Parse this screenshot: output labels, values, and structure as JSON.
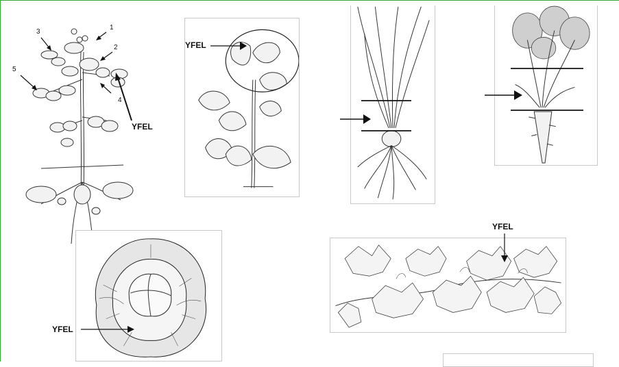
{
  "figure": {
    "label_yfel": "YFEL",
    "potato_numbers": [
      "1",
      "2",
      "3",
      "4",
      "5"
    ]
  },
  "panels": {
    "potato": {
      "yfel": "YFEL"
    },
    "bean": {
      "yfel": "YFEL"
    },
    "cabbage": {
      "yfel": "YFEL"
    },
    "cucumber": {
      "yfel": "YFEL"
    }
  }
}
